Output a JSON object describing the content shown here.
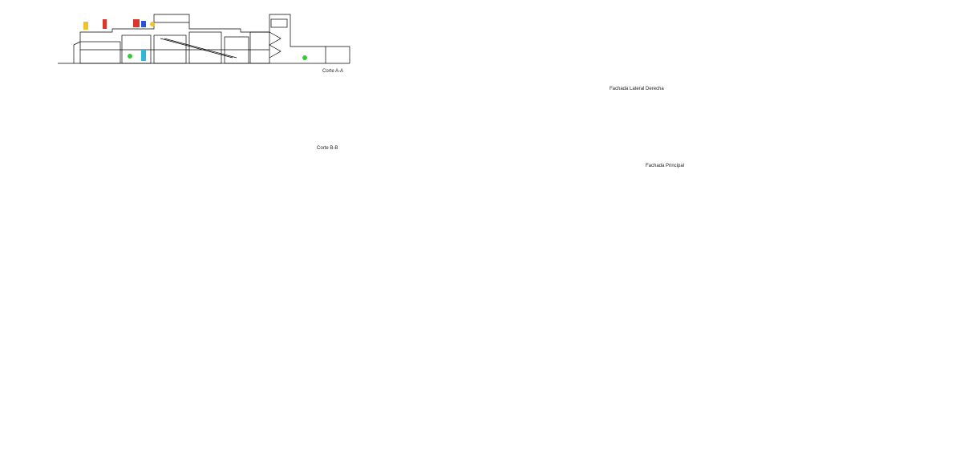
{
  "drawing": {
    "labels": {
      "section_aa": "Corte A-A",
      "section_bb": "Corte B-B",
      "right_side_facade": "Fachada Lateral Derecha",
      "main_facade": "Fachada Principal"
    },
    "views": [
      "section-aa",
      "section-bb",
      "right-side-facade",
      "main-facade",
      "floor-plan-left",
      "floor-plan-middle",
      "floor-plan-right"
    ],
    "colors": {
      "linework": "#000000",
      "landscape_green": "#3cc83c",
      "water_cyan": "#2fb8d8",
      "play_red": "#d8372a",
      "play_yellow": "#f2c12e",
      "play_blue": "#2a4fd8",
      "background": "#ffffff"
    }
  }
}
